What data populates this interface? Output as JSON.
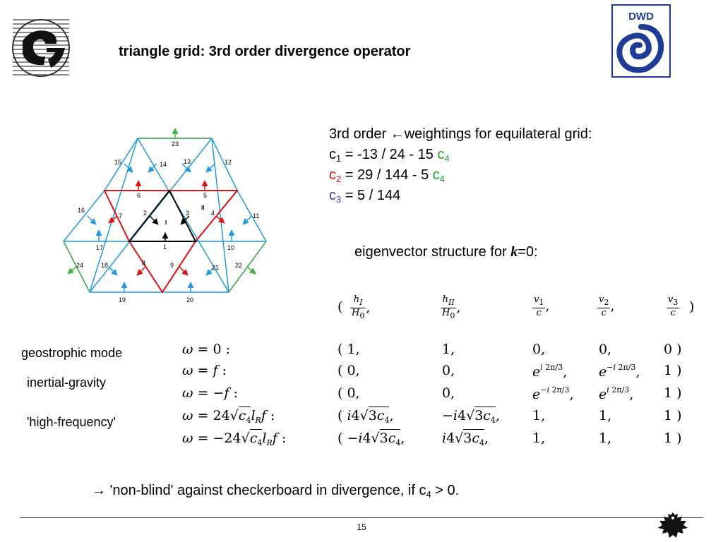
{
  "header": {
    "title": "triangle grid: 3rd order divergence operator",
    "dwd_logo_text": "DWD"
  },
  "weights": {
    "heading_a": "3rd order ",
    "arrow": "←",
    "heading_b": "weightings for equilateral grid:",
    "c": "c",
    "i1": "1",
    "i2": "2",
    "i3": "3",
    "i4": "4",
    "eq1": " = -13 / 24 - 15 ",
    "eq2": " = 29 / 144 - 5 ",
    "eq3": " = 5 / 144"
  },
  "eigen": {
    "heading_a": "eigenvector structure for ",
    "k": "k",
    "heading_b": "=0:"
  },
  "modes": {
    "geostrophic": "geostrophic mode",
    "inertial": "inertial-gravity",
    "high": "'high-frequency'"
  },
  "bottom": {
    "arrow": "→",
    "text": " 'non-blind' against checkerboard in divergence, if c",
    "sub": "4",
    "tail": " > 0."
  },
  "diagram": {
    "labels": {
      "n1": "1",
      "n2": "2",
      "n3": "3",
      "n4": "4",
      "n5": "5",
      "n6": "6",
      "n7": "7",
      "n8": "8",
      "n9": "9",
      "n10": "10",
      "n11": "11",
      "n12": "12",
      "n13": "13",
      "n14": "14",
      "n15": "15",
      "n16": "16",
      "n17": "17",
      "n18": "18",
      "n19": "19",
      "n20": "20",
      "n21": "21",
      "n22": "22",
      "n23": "23",
      "n24": "24",
      "tri1": "I",
      "tri2": "II"
    }
  },
  "colors": {
    "blue": "#1f9ae0",
    "red": "#e01010",
    "green": "#3cb43c",
    "black": "#000000"
  },
  "footer": {
    "page": "15"
  }
}
